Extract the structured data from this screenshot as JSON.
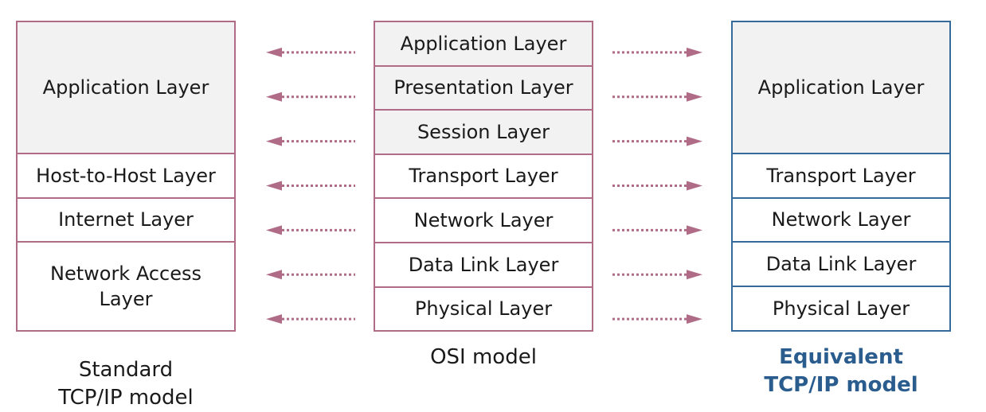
{
  "standard_model": {
    "layers": [
      "Application Layer",
      "Host-to-Host Layer",
      "Internet Layer",
      "Network Access Layer"
    ],
    "caption_line1": "Standard",
    "caption_line2": "TCP/IP model"
  },
  "osi_model": {
    "layers": [
      "Application Layer",
      "Presentation Layer",
      "Session Layer",
      "Transport Layer",
      "Network Layer",
      "Data Link Layer",
      "Physical Layer"
    ],
    "caption": "OSI model"
  },
  "equivalent_model": {
    "layers": [
      "Application Layer",
      "Transport Layer",
      "Network Layer",
      "Data Link Layer",
      "Physical Layer"
    ],
    "caption_line1": "Equivalent",
    "caption_line2": "TCP/IP model"
  },
  "colors": {
    "standard_border": "#b06c86",
    "osi_border": "#b06c86",
    "equivalent_border": "#356b9a",
    "equivalent_caption": "#2a5d8e",
    "arrow": "#b06c86",
    "shaded_cell": "#f2f2f2"
  }
}
